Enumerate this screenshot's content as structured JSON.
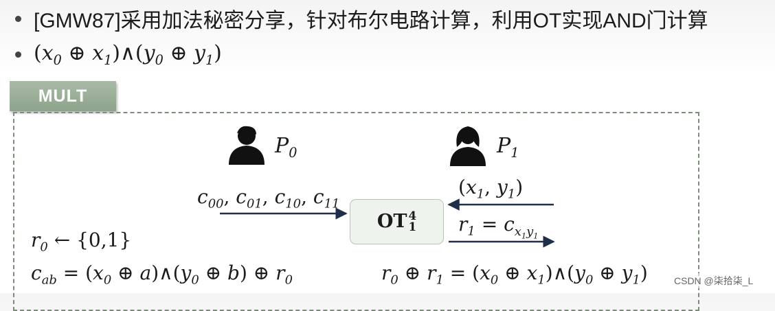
{
  "bullets": [
    "[GMW87]采用加法秘密分享，针对布尔电路计算，利用OT实现AND门计算"
  ],
  "mult_label": "MULT",
  "parties": {
    "p0": {
      "base": "P",
      "sub": "0"
    },
    "p1": {
      "base": "P",
      "sub": "1"
    }
  },
  "ot": {
    "base": "OT",
    "sup": "4",
    "sub": "1"
  },
  "watermark": "CSDN @柒拾柒_L"
}
